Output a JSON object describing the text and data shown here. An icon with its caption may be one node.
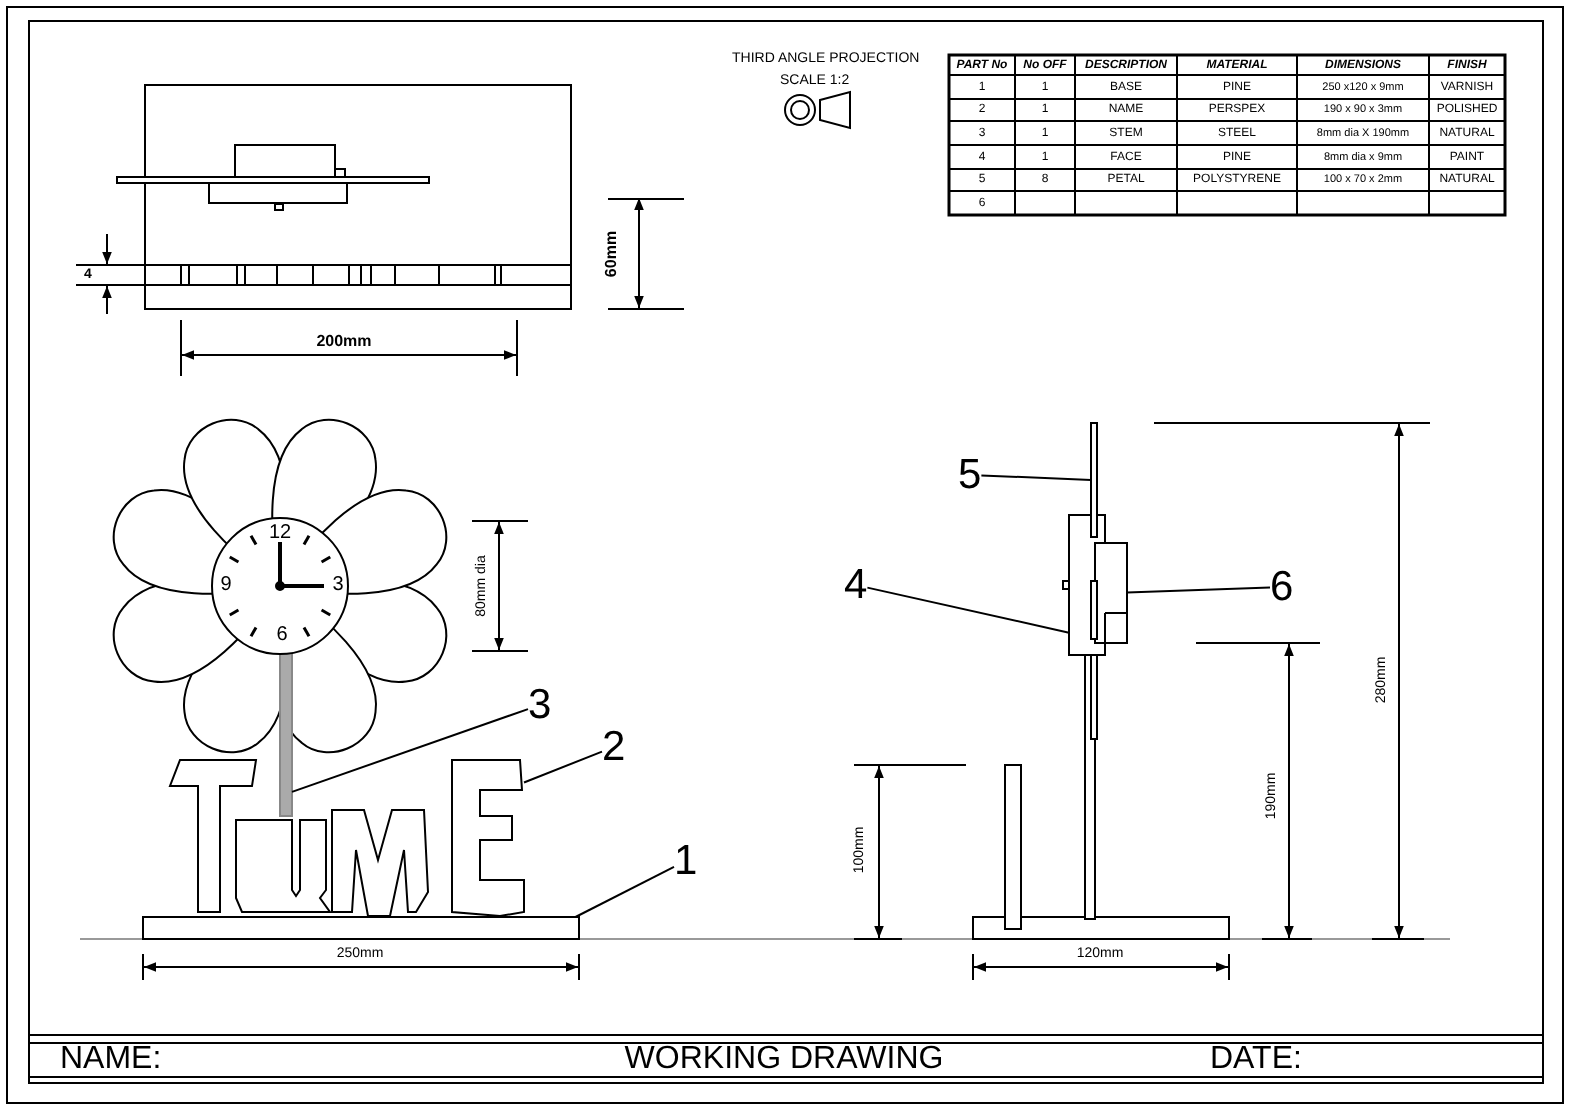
{
  "diagram": {
    "title": "WORKING DRAWING",
    "nodes": [
      {
        "text": [
          "1"
        ]
      },
      {
        "text": [
          "2"
        ]
      },
      {
        "text": [
          "3"
        ]
      },
      {
        "text": [
          "4"
        ]
      },
      {
        "text": [
          "5"
        ]
      },
      {
        "text": [
          "6"
        ]
      },
      {
        "text": [],
        "shape": "box"
      },
      {
        "text": [],
        "shape": "picture"
      },
      {
        "text": [],
        "shape": "box"
      },
      {
        "text": [],
        "shape": "box"
      },
      {
        "text": [],
        "shape": "box"
      },
      {
        "text": [],
        "shape": "box"
      }
    ],
    "edges": [
      {
        "from": 0,
        "to": 6,
        "arrow": "none"
      },
      {
        "from": 1,
        "to": 7,
        "arrow": "none"
      },
      {
        "from": 2,
        "to": 8,
        "arrow": "none"
      },
      {
        "from": 3,
        "to": 9,
        "arrow": "none"
      },
      {
        "from": 4,
        "to": 10,
        "arrow": "none"
      },
      {
        "from": 5,
        "to": 11,
        "arrow": "none"
      }
    ],
    "labels": [
      "THIRD ANGLE PROJECTION",
      "SCALE 1:2",
      "PART No",
      "No OFF",
      "DESCRIPTION",
      "MATERIAL",
      "DIMENSIONS",
      "FINISH",
      "1",
      "1",
      "BASE",
      "PINE",
      "250 x120 x 9mm",
      "VARNISH",
      "2",
      "1",
      "NAME",
      "PERSPEX",
      "190 x 90 x 3mm",
      "POLISHED",
      "3",
      "1",
      "STEM",
      "STEEL",
      "8mm dia X 190mm",
      "NATURAL",
      "4",
      "1",
      "FACE",
      "PINE",
      "8mm dia x 9mm",
      "PAINT",
      "5",
      "8",
      "PETAL",
      "POLYSTYRENE",
      "100 x 70 x 2mm",
      "NATURAL",
      "6",
      "4",
      "60mm",
      "200mm",
      "80mm dia",
      "12",
      "9",
      "3",
      "6",
      "250mm",
      "100mm",
      "190mm",
      "280mm",
      "120mm",
      "NAME:",
      "DATE:"
    ]
  }
}
